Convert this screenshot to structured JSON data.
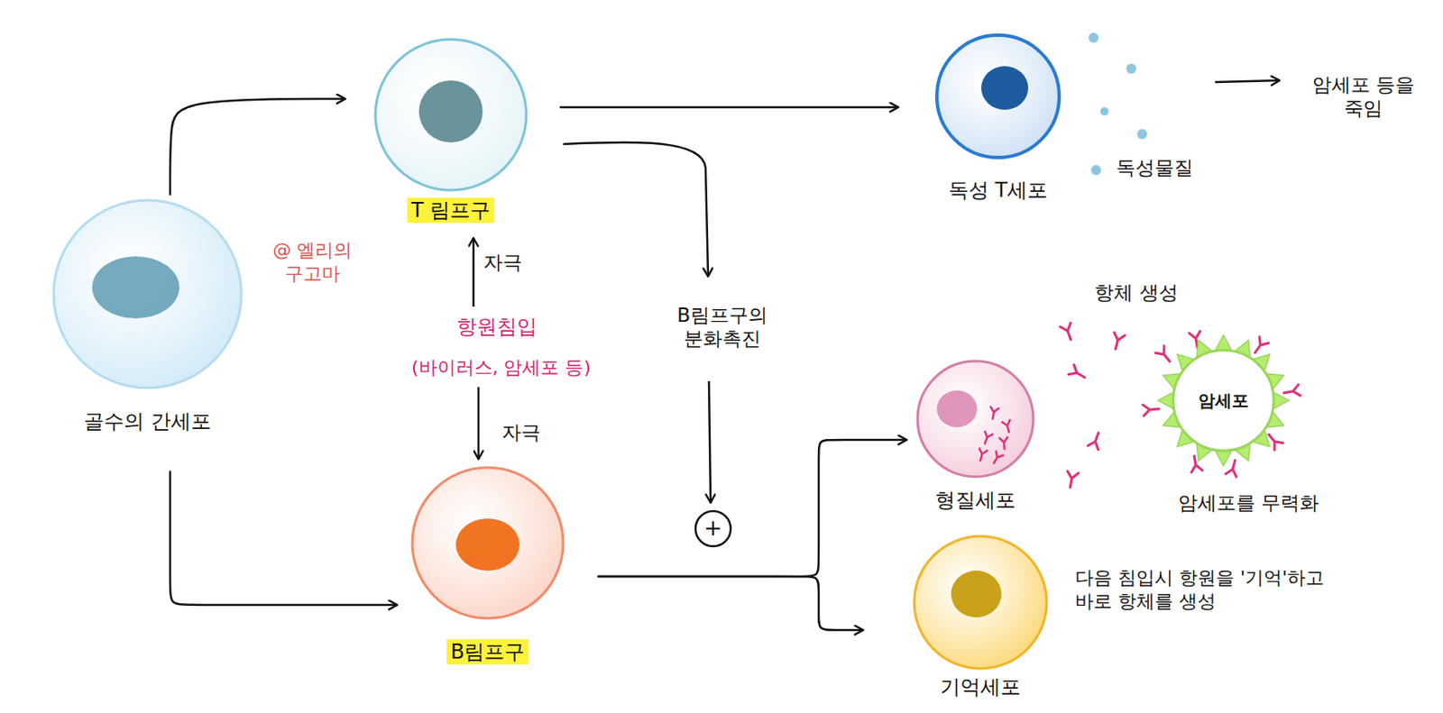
{
  "diagram": {
    "nodes": [
      {
        "text": [
          "골수의 간세포"
        ]
      },
      {
        "text": [
          "T 림프구"
        ]
      },
      {
        "text": [
          "독성 T세포"
        ]
      },
      {
        "text": [
          "B림프구"
        ]
      },
      {
        "text": [
          "형질세포"
        ]
      },
      {
        "text": [
          "기억세포"
        ]
      },
      {
        "text": [
          "암세포"
        ]
      }
    ],
    "edges": [
      {
        "from": 0,
        "to": 1,
        "arrow": "to"
      },
      {
        "from": 0,
        "to": 3,
        "arrow": "to"
      },
      {
        "from": 1,
        "to": 2,
        "arrow": "to"
      },
      {
        "from": 3,
        "to": 4,
        "arrow": "to"
      },
      {
        "from": 3,
        "to": 5,
        "arrow": "to"
      }
    ],
    "labels": [
      "@ 엘리의 구고마",
      "자극",
      "항원침입",
      "(바이러스, 암세포 등)",
      "자극",
      "B림프구의 분화촉진",
      "+",
      "독성물질",
      "암세포 등을 죽임",
      "항체 생성",
      "암세포를 무력화",
      "다음 침입시 항원을 '기억'하고 바로 항체를 생성"
    ]
  }
}
